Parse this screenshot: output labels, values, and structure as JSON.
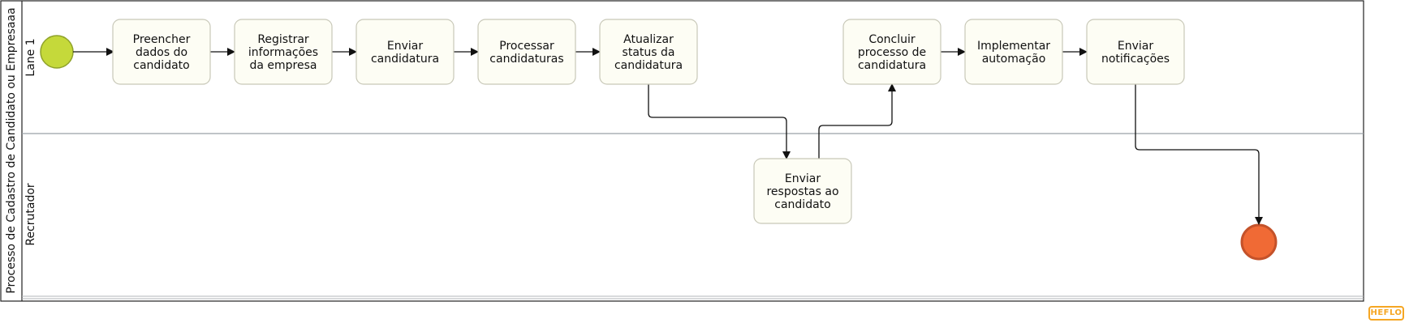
{
  "pool": {
    "title": "Processo de Cadastro de Candidato ou Empresaaa"
  },
  "lanes": [
    {
      "id": "lane1",
      "label": "Lane 1"
    },
    {
      "id": "lane2",
      "label": "Recrutador"
    }
  ],
  "tasks": [
    {
      "id": "t1",
      "lines": [
        "Preencher",
        "dados do",
        "candidato"
      ]
    },
    {
      "id": "t2",
      "lines": [
        "Registrar",
        "informações",
        "da empresa"
      ]
    },
    {
      "id": "t3",
      "lines": [
        "Enviar",
        "candidatura"
      ]
    },
    {
      "id": "t4",
      "lines": [
        "Processar",
        "candidaturas"
      ]
    },
    {
      "id": "t5",
      "lines": [
        "Atualizar",
        "status da",
        "candidatura"
      ]
    },
    {
      "id": "t6",
      "lines": [
        "Enviar",
        "respostas ao",
        "candidato"
      ]
    },
    {
      "id": "t7",
      "lines": [
        "Concluir",
        "processo de",
        "candidatura"
      ]
    },
    {
      "id": "t8",
      "lines": [
        "Implementar",
        "automação"
      ]
    },
    {
      "id": "t9",
      "lines": [
        "Enviar",
        "notificações"
      ]
    }
  ],
  "events": {
    "start": {
      "color": "#c5d93a",
      "stroke": "#8fa22a"
    },
    "end": {
      "color": "#f06a35",
      "stroke": "#c4522a"
    }
  },
  "logo": {
    "text": "HEFLO",
    "color": "#f5a623"
  }
}
